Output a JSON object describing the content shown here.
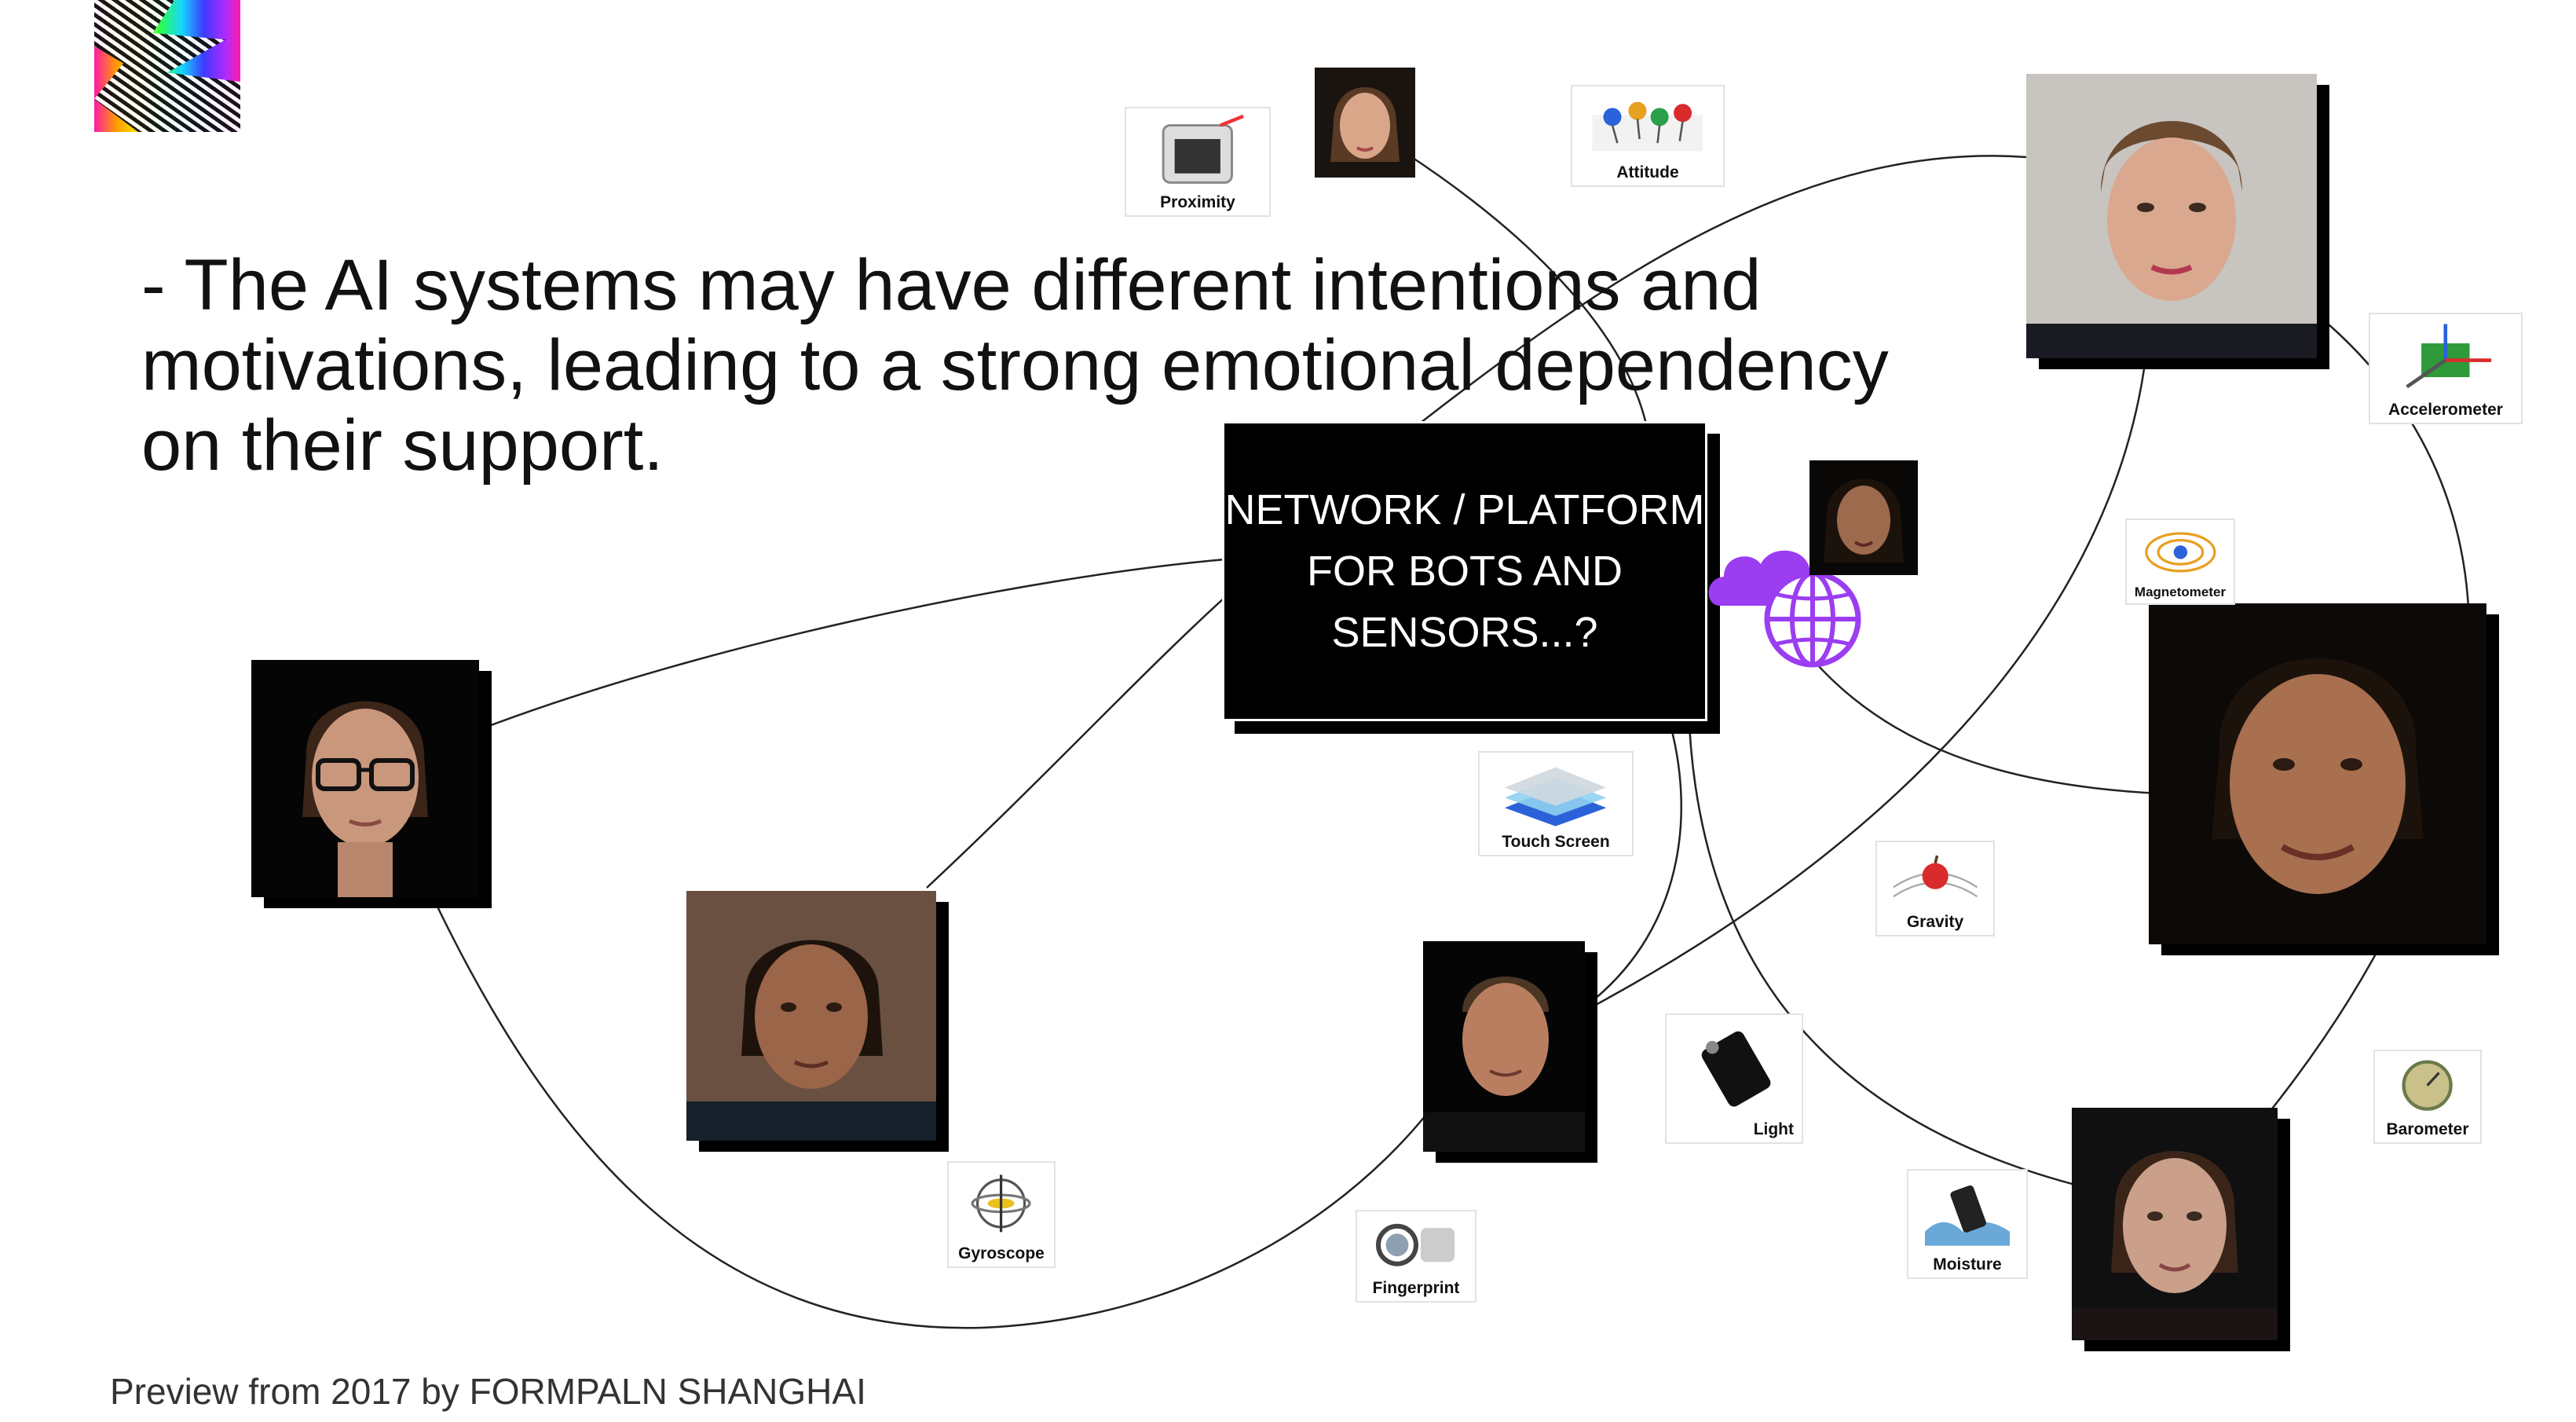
{
  "slide": {
    "headline": "- The AI systems may have different intentions and motivations, leading to a strong emotional dependency on their support.",
    "hub_text": "NETWORK / PLATFORM FOR BOTS AND SENSORS...?",
    "footer": "Preview from 2017 by FORMPALN SHANGHAI"
  },
  "sensors": {
    "proximity": "Proximity",
    "attitude": "Attitude",
    "accelerometer": "Accelerometer",
    "magnetometer": "Magnetometer",
    "touch_screen": "Touch Screen",
    "gravity": "Gravity",
    "light": "Light",
    "barometer": "Barometer",
    "gyroscope": "Gyroscope",
    "fingerprint": "Fingerprint",
    "moisture": "Moisture"
  },
  "colors": {
    "accent": "#9b3df0",
    "hub_bg": "#000000"
  }
}
